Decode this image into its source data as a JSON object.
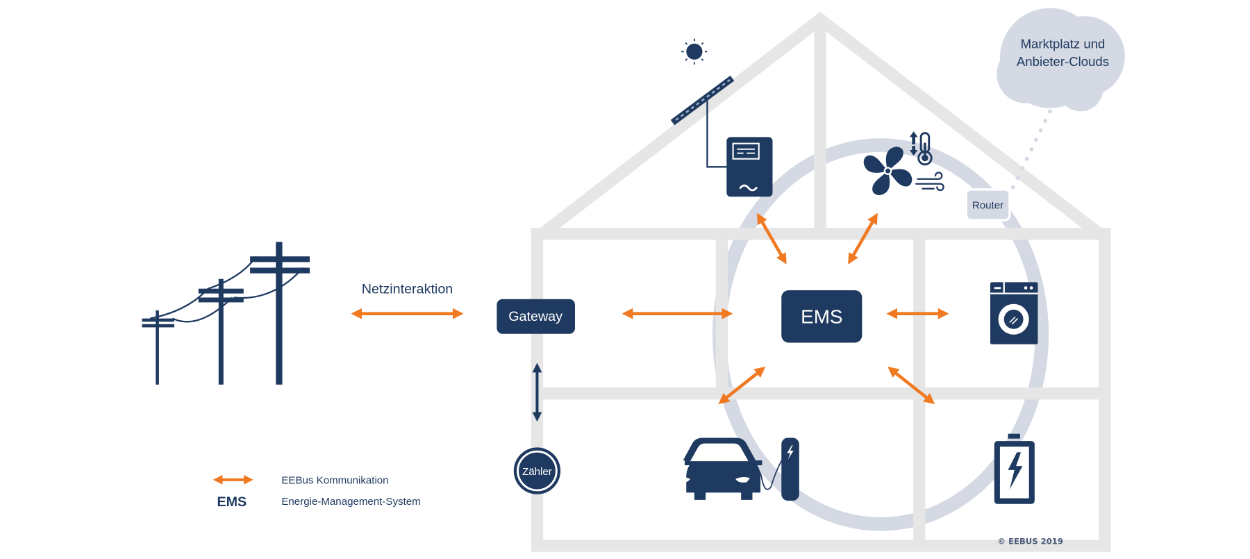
{
  "colors": {
    "navy": "#1f3a60",
    "orange": "#f07a22",
    "house_frame": "#e6e6e6",
    "ring": "#d4d9e3",
    "cloud": "#d4d9e3"
  },
  "cloud": {
    "line1": "Marktplatz und",
    "line2": "Anbieter-Clouds"
  },
  "router": {
    "label": "Router"
  },
  "grid": {
    "label": "Netzinteraktion"
  },
  "gateway": {
    "label": "Gateway"
  },
  "ems": {
    "label": "EMS"
  },
  "meter": {
    "label": "Zähler"
  },
  "devices": [
    {
      "name": "photovoltaik-inverter",
      "icon": "solar-inverter-icon"
    },
    {
      "name": "heat-pump",
      "icon": "fan-thermometer-icon"
    },
    {
      "name": "washing-machine",
      "icon": "washing-machine-icon"
    },
    {
      "name": "electric-car-charger",
      "icon": "car-charging-icon"
    },
    {
      "name": "battery-storage",
      "icon": "battery-icon"
    }
  ],
  "legend": {
    "arrow_label": "EEBus Kommunikation",
    "ems_abbr": "EMS",
    "ems_label": "Energie-Management-System"
  },
  "copyright": "© EEBUS 2019"
}
